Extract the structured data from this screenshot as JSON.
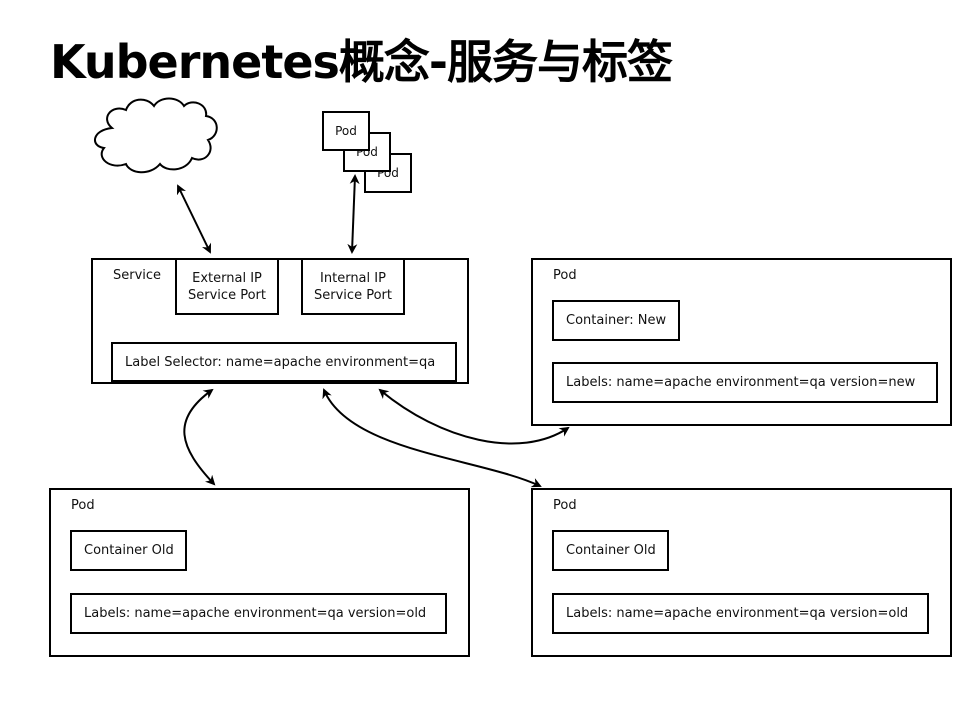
{
  "title": "Kubernetes概念-服务与标签",
  "mini_pods": [
    "Pod",
    "Pod",
    "Pod"
  ],
  "service": {
    "label": "Service",
    "external": {
      "line1": "External IP",
      "line2": "Service Port"
    },
    "internal": {
      "line1": "Internal IP",
      "line2": "Service Port"
    },
    "selector": "Label Selector: name=apache environment=qa"
  },
  "pod_new": {
    "label": "Pod",
    "container": "Container: New",
    "labels": "Labels: name=apache environment=qa version=new"
  },
  "pod_old_left": {
    "label": "Pod",
    "container": "Container Old",
    "labels": "Labels: name=apache environment=qa version=old"
  },
  "pod_old_right": {
    "label": "Pod",
    "container": "Container Old",
    "labels": "Labels: name=apache environment=qa version=old"
  }
}
